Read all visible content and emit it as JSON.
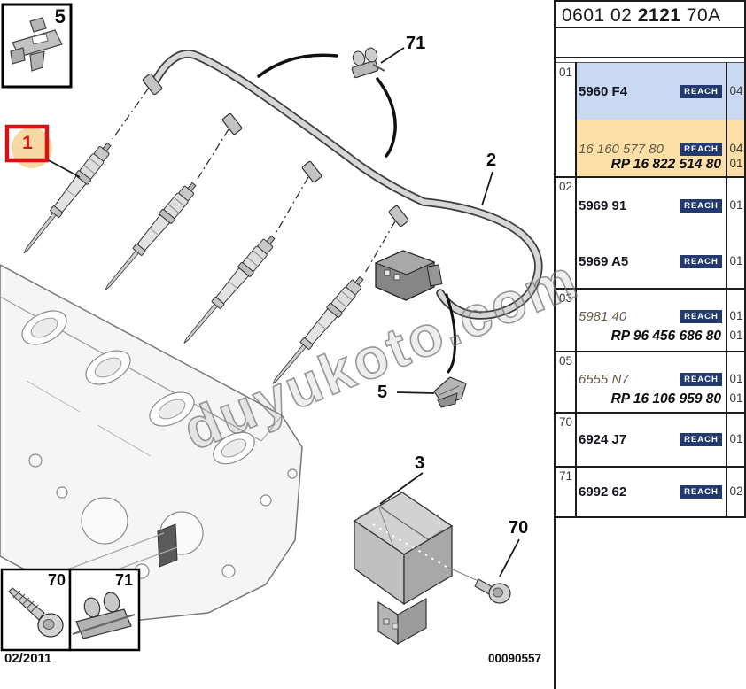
{
  "header": {
    "code_prefix": "0601 02 ",
    "code_bold": "2121",
    "code_suffix": " 70A"
  },
  "parts_table": {
    "reach_label": "REACH",
    "groups": [
      {
        "ref": "01",
        "rows": [
          {
            "part": "5960 F4",
            "qty": "04"
          },
          {
            "part": "16 160 577 80",
            "qty": "04",
            "rp": "RP 16 822 514 80",
            "rp_qty": "01"
          }
        ]
      },
      {
        "ref": "02",
        "rows": [
          {
            "part": "5969 91",
            "qty": "01"
          },
          {
            "part": "5969 A5",
            "qty": "01"
          }
        ]
      },
      {
        "ref": "03",
        "rows": [
          {
            "part": "5981 40",
            "qty": "01",
            "rp": "RP 96 456 686 80",
            "rp_qty": "01"
          }
        ]
      },
      {
        "ref": "05",
        "rows": [
          {
            "part": "6555 N7",
            "qty": "01",
            "rp": "RP 16 106 959 80",
            "rp_qty": "01"
          }
        ]
      },
      {
        "ref": "70",
        "rows": [
          {
            "part": "6924 J7",
            "qty": "01"
          }
        ]
      },
      {
        "ref": "71",
        "rows": [
          {
            "part": "6992 62",
            "qty": "02"
          }
        ]
      }
    ]
  },
  "diagram": {
    "callouts": {
      "inset_top": "5",
      "glow_plug": "1",
      "harness_clip_top": "71",
      "harness": "2",
      "clip_mid": "5",
      "relay": "3",
      "screw": "70",
      "inset_bottom_left": "70",
      "inset_bottom_right": "71"
    }
  },
  "footer": {
    "date": "02/2011",
    "doc_number": "00090557"
  },
  "watermark": "duyukoto.com",
  "colors": {
    "row-blue": "#cbd8f2",
    "row-orange": "#fbdfa7",
    "badge-navy": "#223a70",
    "badge-text": "#ffffff",
    "highlight-red": "#d21414",
    "highlight-tan": "#f6d8a2",
    "grid-dark": "#1d1d1d"
  }
}
